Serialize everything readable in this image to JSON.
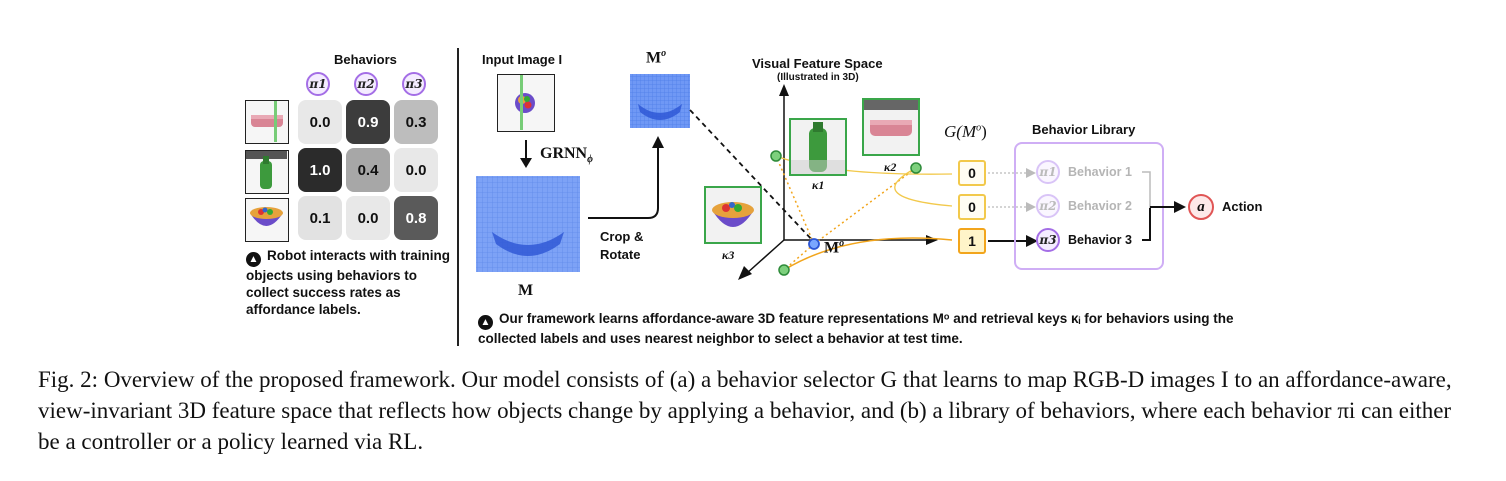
{
  "left_panel": {
    "header": "Behaviors",
    "behaviors": [
      "π1",
      "π2",
      "π3"
    ],
    "matrix": [
      [
        "0.0",
        "0.9",
        "0.3"
      ],
      [
        "1.0",
        "0.4",
        "0.0"
      ],
      [
        "0.1",
        "0.0",
        "0.8"
      ]
    ],
    "note": "Robot interacts with training objects using behaviors to collect success rates as affordance labels."
  },
  "middle": {
    "input_label": "Input Image I",
    "grnn_label": "GRNN",
    "grnn_sub": "ϕ",
    "volume_label": "M",
    "crop_label": "Crop & Rotate",
    "mo_label": "M",
    "mo_sup": "o"
  },
  "feature_space": {
    "title": "Visual Feature Space",
    "subtitle": "(Illustrated in 3D)",
    "kappa1": "κ1",
    "kappa2": "κ2",
    "kappa3": "κ3",
    "mo_point": "M",
    "mo_point_sup": "o"
  },
  "selector": {
    "label": "G(M",
    "label_sup": "o",
    "label_end": ")",
    "values": [
      "0",
      "0",
      "1"
    ]
  },
  "library": {
    "title": "Behavior Library",
    "rows": [
      {
        "pi": "π1",
        "label": "Behavior 1",
        "active": false
      },
      {
        "pi": "π2",
        "label": "Behavior 2",
        "active": false
      },
      {
        "pi": "π3",
        "label": "Behavior 3",
        "active": true
      }
    ],
    "action_symbol": "a",
    "action_label": "Action"
  },
  "bottom_note": "Our framework learns affordance-aware 3D feature representations Mᵒ and retrieval keys κᵢ for behaviors using the collected labels and uses nearest neighbor to select a behavior at test time.",
  "caption": "Fig. 2: Overview of the proposed framework. Our model consists of (a) a behavior selector G that learns to map RGB-D images I to an affordance-aware, view-invariant 3D feature space that reflects how objects change by applying a behavior, and (b) a library of behaviors, where each behavior πi can either be a controller or a policy learned via RL.",
  "colors": {
    "accent_purple": "#a46ee6",
    "green": "#3aa64a",
    "yellow": "#f2c94c",
    "blue": "#3a6fe8",
    "action_red": "#e05555"
  }
}
